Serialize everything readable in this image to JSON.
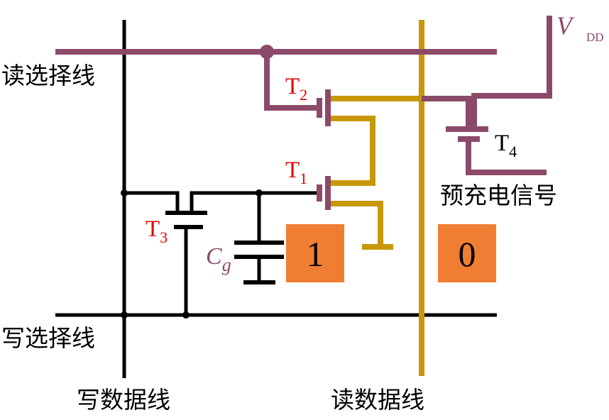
{
  "labels": {
    "read_select_line": "读选择线",
    "write_select_line": "写选择线",
    "write_data_line": "写数据线",
    "read_data_line": "读数据线",
    "precharge_signal": "预充电信号",
    "vdd_main": "V",
    "vdd_sub": "DD",
    "cg_main": "C",
    "cg_sub": "g"
  },
  "transistors": {
    "t1": {
      "main": "T",
      "sub": "1"
    },
    "t2": {
      "main": "T",
      "sub": "2"
    },
    "t3": {
      "main": "T",
      "sub": "3"
    },
    "t4": {
      "main": "T",
      "sub": "4"
    }
  },
  "boxes": {
    "stored": "1",
    "read": "0"
  },
  "colors": {
    "plum": "#8c4a6a",
    "gold": "#c8980a",
    "black": "#000000",
    "orange": "#f07e32",
    "red_label": "#e00000"
  }
}
